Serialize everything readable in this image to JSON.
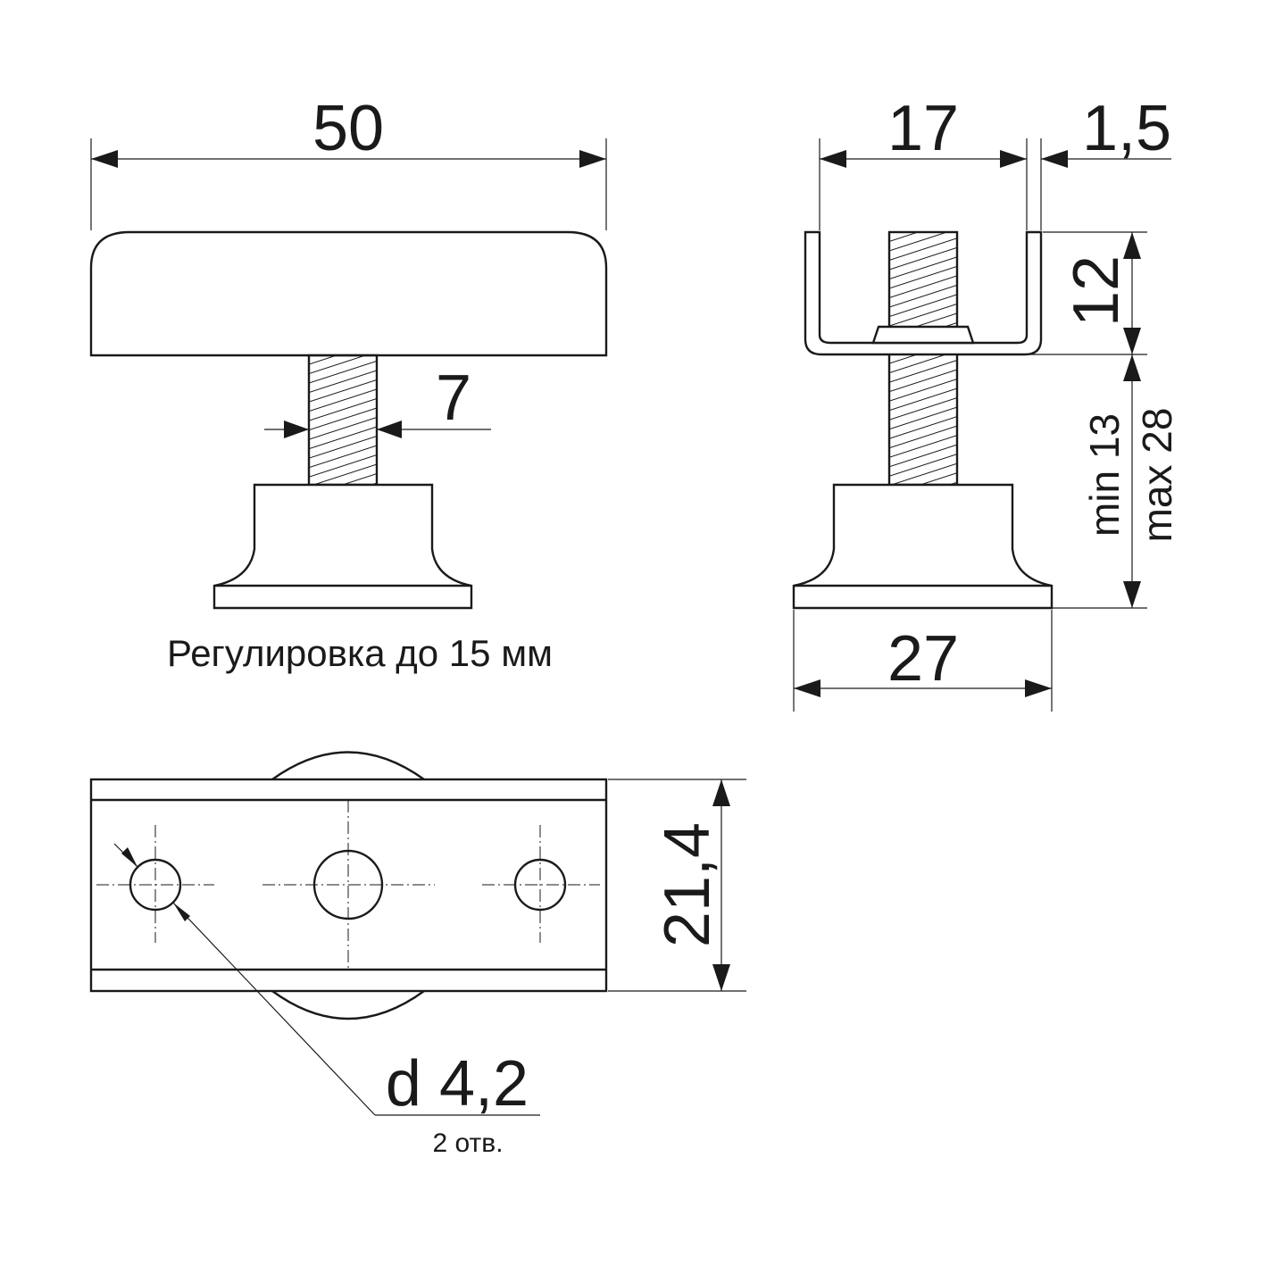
{
  "dimensions": {
    "front_width": "50",
    "thread_diameter": "7",
    "side_channel_width": "17",
    "side_wall_thickness": "1,5",
    "side_channel_height": "12",
    "side_min": "min 13",
    "side_max": "max 28",
    "base_width": "27",
    "plate_height": "21,4",
    "hole_diameter": "d 4,2",
    "hole_count": "2 отв."
  },
  "caption": "Регулировка до 15 мм",
  "colors": {
    "line": "#1a1a1a",
    "background": "#ffffff"
  }
}
